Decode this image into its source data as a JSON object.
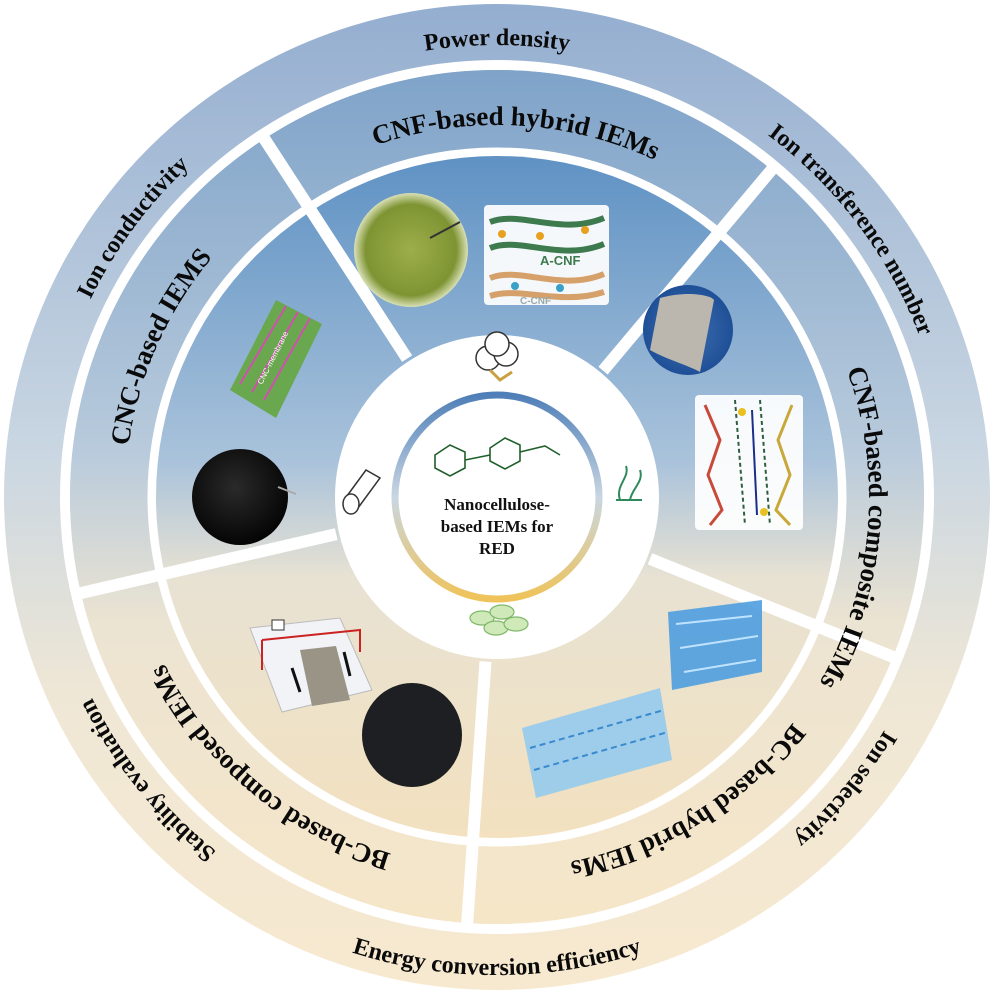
{
  "center": {
    "lines": [
      "Nanocellulose-",
      "based IEMs for",
      "RED"
    ]
  },
  "metrics": [
    {
      "label": "Power density"
    },
    {
      "label": "Ion transference number"
    },
    {
      "label": "Ion selectivity"
    },
    {
      "label": "Energy conversion efficiency"
    },
    {
      "label": "Stability evaluation"
    },
    {
      "label": "Ion conductivity"
    }
  ],
  "categories": [
    {
      "label": "CNF-based hybrid IEMs"
    },
    {
      "label": "CNF-based composite IEMs"
    },
    {
      "label": "BC-based hybrid IEMs"
    },
    {
      "label": "BC-based composed IEMs"
    },
    {
      "label": "CNC-based IEMS"
    }
  ],
  "inset_labels": {
    "fiber_top": "A-CNF",
    "fiber_bottom": "C-CNF",
    "cnc_rod": "CNC-membrane"
  },
  "icons": [
    "cotton-icon",
    "seaweed-icon",
    "bacteria-icon",
    "wood-log-icon"
  ],
  "colors": {
    "ring_blue": "#9fb8d6",
    "ring_cream": "#f5e8cf",
    "sector_blue": "#6f9ec9",
    "sector_cream": "#f2e3c4",
    "divider": "#ffffff",
    "center_accent_blue": "#4f7fb8",
    "center_accent_yellow": "#efc35a"
  }
}
